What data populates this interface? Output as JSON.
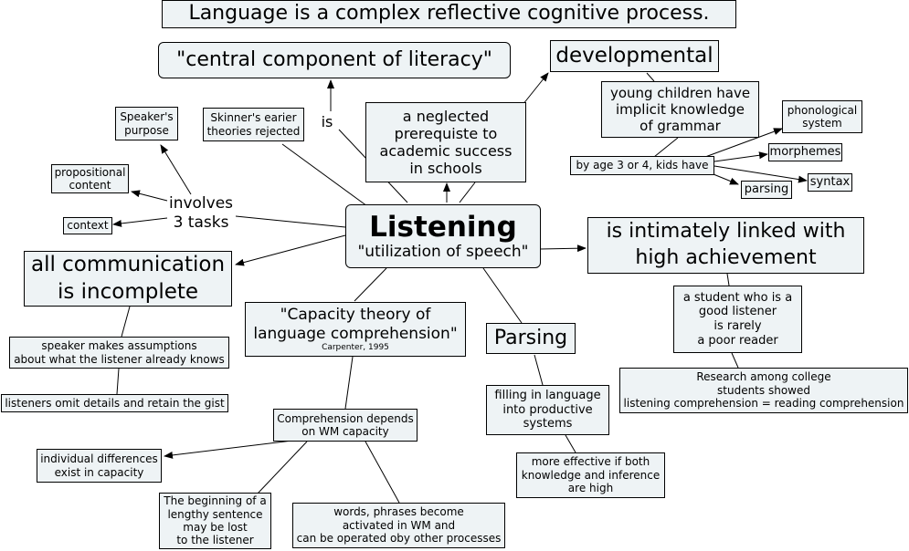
{
  "title": "Language is a complex reflective cognitive process.",
  "center": {
    "title": "Listening",
    "subtitle": "\"utilization of speech\""
  },
  "nodes": {
    "central_component": "\"central component of literacy\"",
    "is_label": "is",
    "neglected": "a neglected\nprerequiste to\nacademic success\nin schools",
    "developmental": "developmental",
    "young_children": "young children have\nimplicit knowledge\nof grammar",
    "by_age": "by age 3 or 4, kids have",
    "phonological": "phonological\nsystem",
    "morphemes": "morphemes",
    "syntax": "syntax",
    "parsing_small": "parsing",
    "skinner": "Skinner's earier\ntheories rejected",
    "speakers_purpose": "Speaker's\npurpose",
    "propositional": "propositional\ncontent",
    "context": "context",
    "involves": "involves\n3 tasks",
    "all_communication": "all communication\nis incomplete",
    "speaker_assumptions": "speaker makes assumptions\nabout what the listener already knows",
    "listeners_omit": "listeners omit details and retain the gist",
    "capacity_theory": "\"Capacity theory of\nlanguage comprehension\"",
    "capacity_cite": "Carpenter, 1995",
    "comprehension_depends": "Comprehension depends\non WM capacity",
    "individual_differences": "individual differences\nexist in capacity",
    "beginning_sentence": "The beginning of a\nlengthy sentence\nmay be lost\nto the listener",
    "words_phrases": "words, phrases become\nactivated in WM and\ncan be operated oby other processes",
    "parsing": "Parsing",
    "filling_in": "filling in language\ninto productive\nsystems",
    "more_effective": "more effective if both\nknowledge and inference\nare high",
    "intimately_linked": "is intimately linked with\nhigh achievement",
    "good_listener": "a student who is a\ngood listener\nis rarely\na poor reader",
    "research": "Research among college\nstudents showed\nlistening comprehension = reading comprehension"
  }
}
